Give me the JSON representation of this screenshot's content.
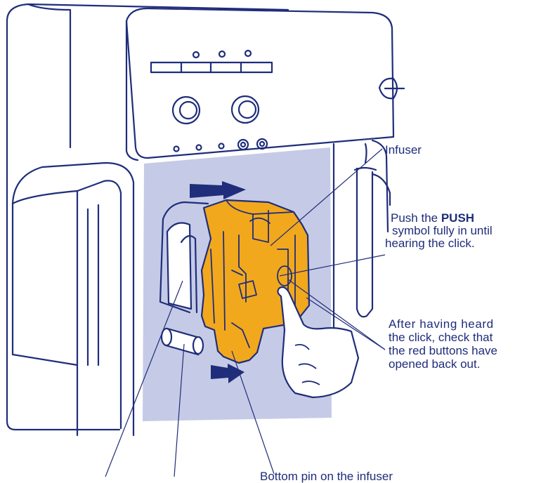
{
  "labels": {
    "infuser": "Infuser",
    "push_prefix": "Push the ",
    "push_word": "PUSH",
    "push_line2": "symbol fully in until",
    "push_line3": "hearing the click.",
    "after_line1": "After having heard",
    "after_line2": "the click, check that",
    "after_line3": "the red buttons have",
    "after_line4": "opened back out.",
    "bottom_partial": "Bottom pin on the infuser"
  },
  "colors": {
    "outline": "#1f2d7a",
    "infuser_fill": "#f2a81d",
    "cavity_fill": "#c5cbe6",
    "arrow_fill": "#1f2d7a",
    "background": "#ffffff"
  },
  "icons": [
    "push-arrow-icon",
    "pointing-hand-icon"
  ]
}
